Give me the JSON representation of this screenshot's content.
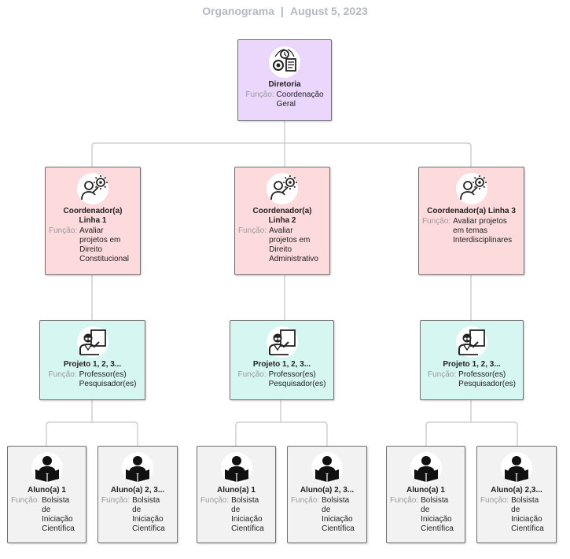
{
  "header": {
    "title": "Organograma",
    "separator": "|",
    "date": "August 5, 2023"
  },
  "function_label": "Função:",
  "top": {
    "title": "Diretoria",
    "function": "Coordenação\nGeral",
    "icon": "management-icon"
  },
  "coordinators": [
    {
      "title": "Coordenador(a)\nLinha 1",
      "function": "Avaliar\nprojetos em\nDireito\nConstitucional",
      "icon": "engineer-gear-icon"
    },
    {
      "title": "Coordenador(a)\nLinha 2",
      "function": "Avaliar\nprojetos em\nDireito\nAdministrativo",
      "icon": "engineer-gear-icon"
    },
    {
      "title": "Coordenador(a) Linha 3",
      "function": "Avaliar projetos\nem temas\nInterdisciplinares",
      "icon": "engineer-gear-icon"
    }
  ],
  "projects": [
    {
      "title": "Projeto 1, 2, 3...",
      "function": "Professor(es)\nPesquisador(es)",
      "icon": "teacher-board-icon"
    },
    {
      "title": "Projeto 1, 2, 3...",
      "function": "Professor(es)\nPesquisador(es)",
      "icon": "teacher-board-icon"
    },
    {
      "title": "Projeto 1, 2, 3...",
      "function": "Professor(es)\nPesquisador(es)",
      "icon": "teacher-board-icon"
    }
  ],
  "students": [
    {
      "title": "Aluno(a) 1",
      "function": "Bolsista\nde\nIniciação\nCientífica",
      "icon": "student-reading-icon"
    },
    {
      "title": "Aluno(a) 2, 3...",
      "function": "Bolsista\nde\nIniciação\nCientífica",
      "icon": "student-reading-icon"
    },
    {
      "title": "Aluno(a) 1",
      "function": "Bolsista\nde\nIniciação\nCientífica",
      "icon": "student-reading-icon"
    },
    {
      "title": "Aluno(a) 2, 3...",
      "function": "Bolsista\nde\nIniciação\nCientífica",
      "icon": "student-reading-icon"
    },
    {
      "title": "Aluno(a) 1",
      "function": "Bolsista\nde\nIniciação\nCientífica",
      "icon": "student-reading-icon"
    },
    {
      "title": "Aluno(a) 2,3...",
      "function": "Bolsista\nde\nIniciação\nCientífica",
      "icon": "student-reading-icon"
    }
  ],
  "colors": {
    "top": "#ead7fb",
    "coordinator": "#fddbdc",
    "project": "#d6f6f1",
    "student": "#f2f2f2",
    "connector": "#c8c8c8",
    "header": "#b3b8c4"
  }
}
